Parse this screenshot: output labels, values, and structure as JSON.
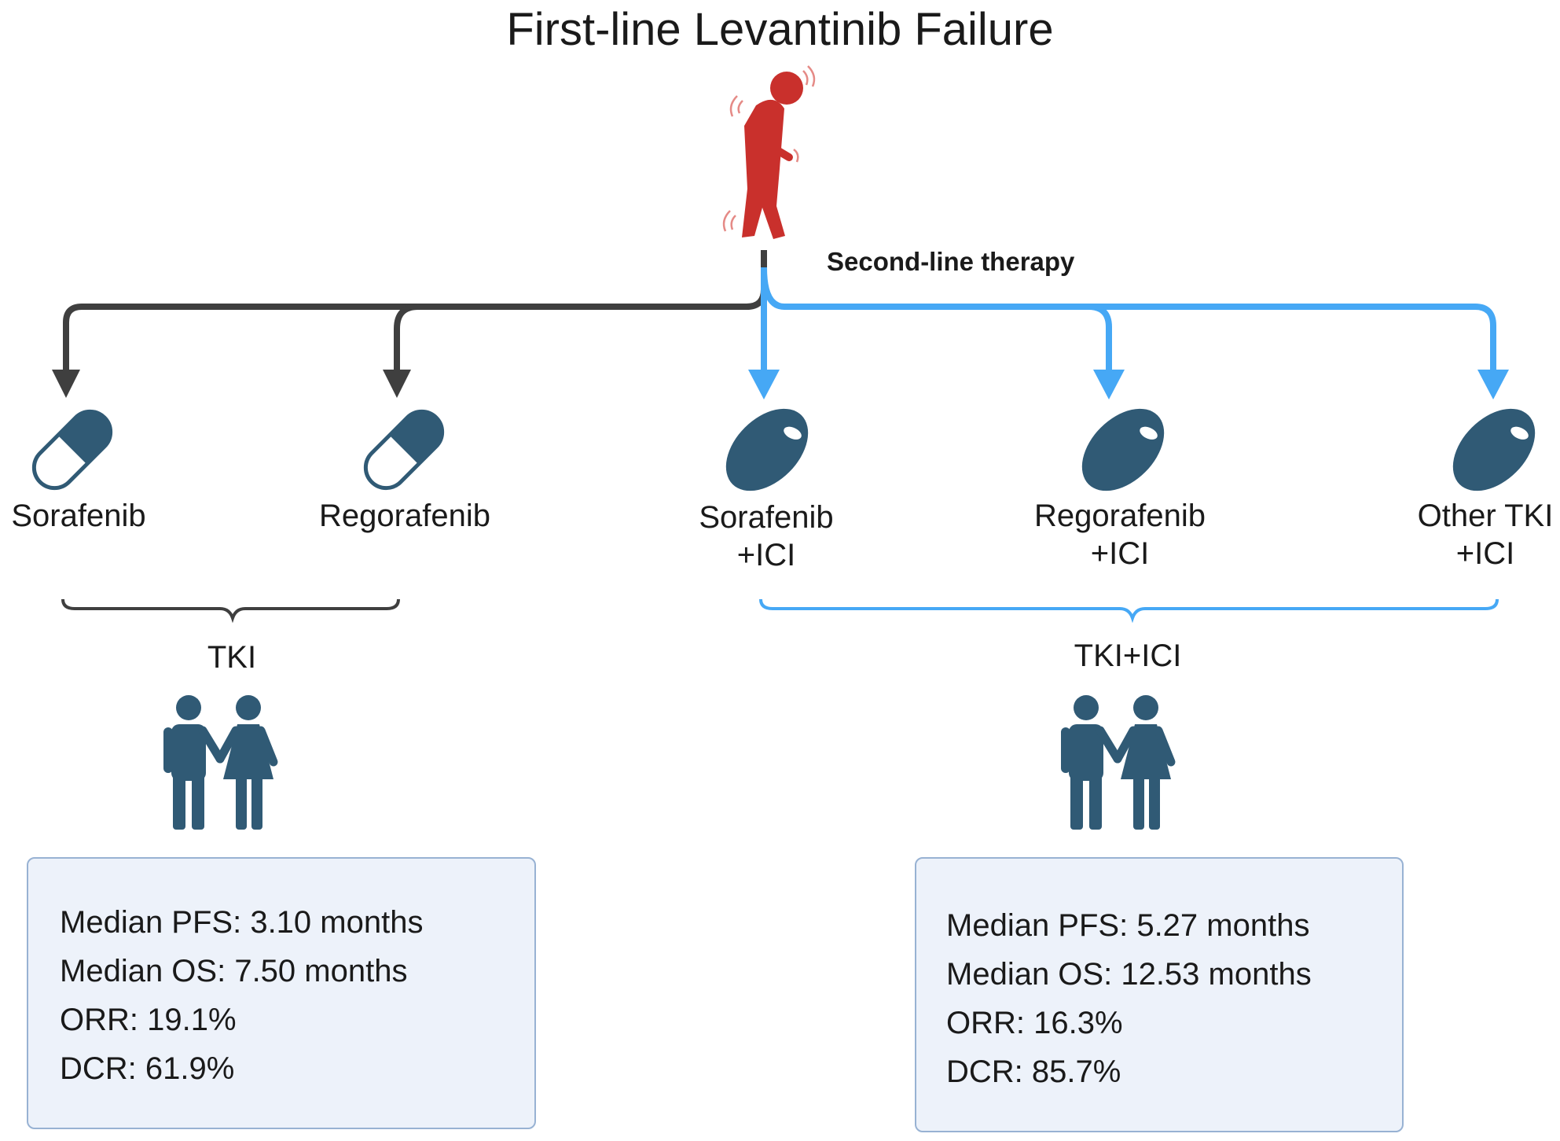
{
  "title": "First-line Levantinib Failure",
  "subtitle": "Second-line therapy",
  "colors": {
    "tki": "#3f3f3f",
    "combo": "#46a8f5",
    "patient": "#c9302c",
    "icon": "#305a75"
  },
  "icons": {
    "patient": "unwell-person-icon",
    "capsule": "capsule-icon",
    "tablet": "tablet-icon",
    "couple": "couple-icon"
  },
  "treatments": [
    {
      "line1": "Sorafenib",
      "line2": ""
    },
    {
      "line1": "Regorafenib",
      "line2": ""
    },
    {
      "line1": "Sorafenib",
      "line2": "+ICI"
    },
    {
      "line1": "Regorafenib",
      "line2": "+ICI"
    },
    {
      "line1": "Other TKI",
      "line2": "+ICI"
    }
  ],
  "groups": [
    {
      "label": "TKI",
      "stats": [
        "Median PFS: 3.10 months",
        "Median OS: 7.50 months",
        "ORR: 19.1%",
        "DCR: 61.9%"
      ]
    },
    {
      "label": "TKI+ICI",
      "stats": [
        "Median PFS: 5.27 months",
        "Median OS: 12.53 months",
        "ORR: 16.3%",
        "DCR: 85.7%"
      ]
    }
  ]
}
